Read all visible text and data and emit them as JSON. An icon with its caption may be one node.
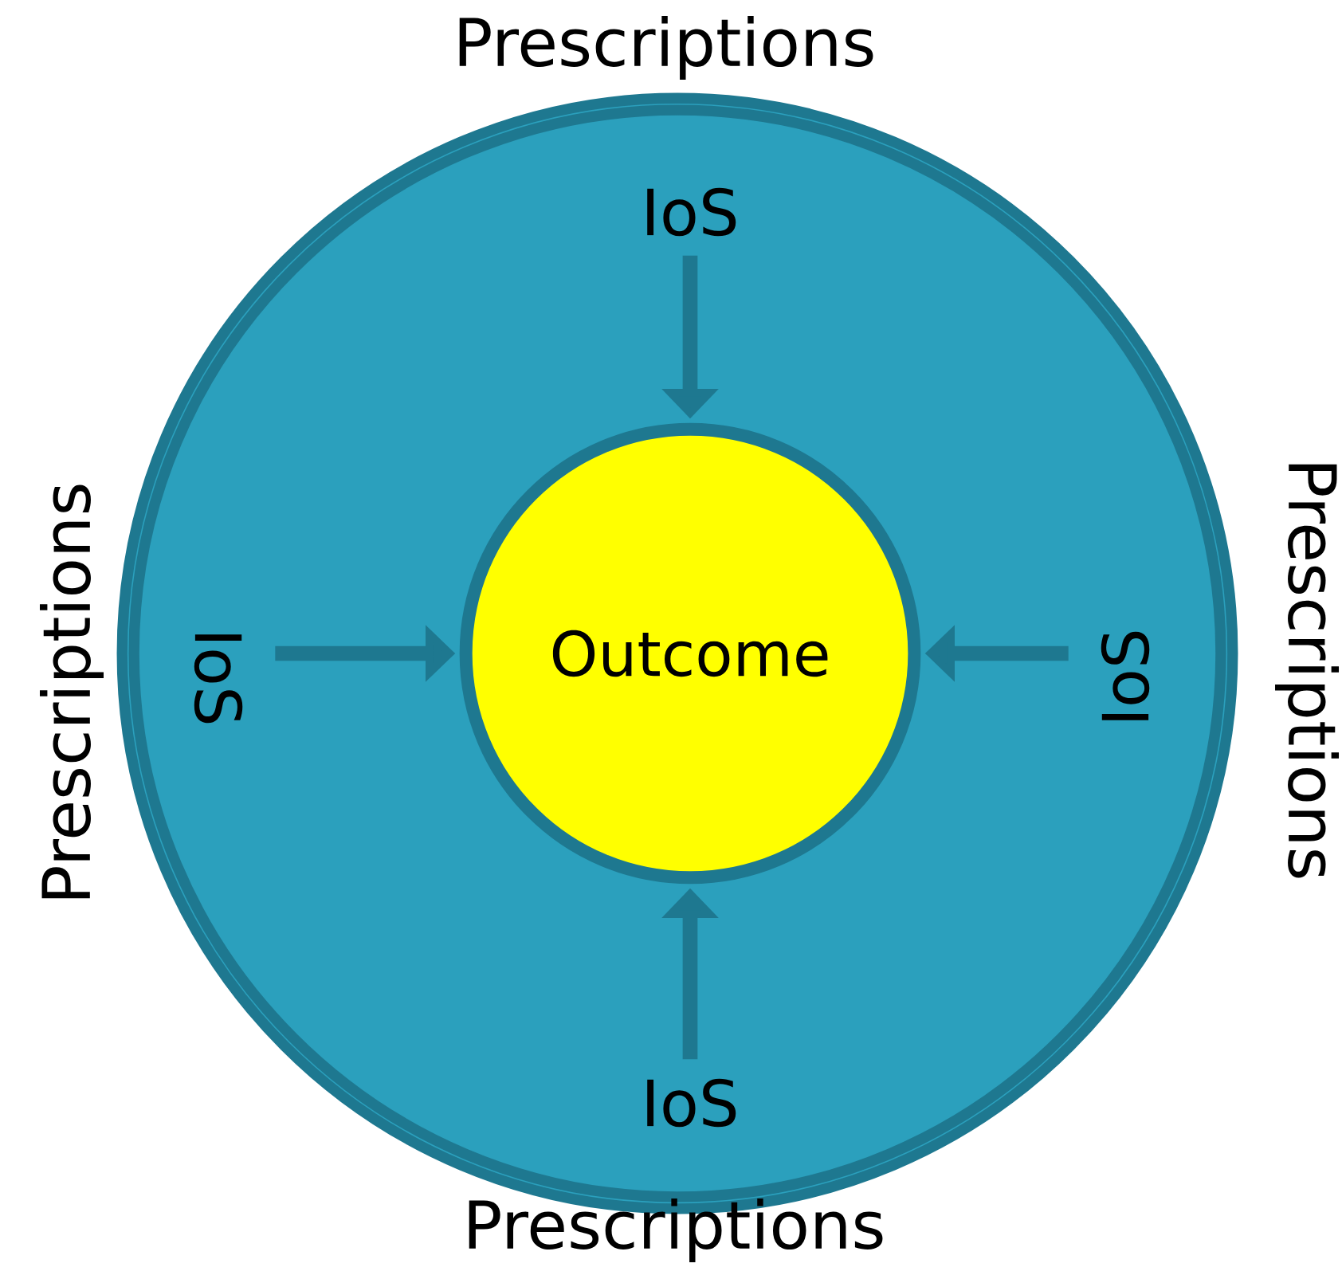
{
  "diagram": {
    "nodes": [
      {
        "text": [],
        "shape": "circle"
      },
      {
        "text": [
          "Outcome"
        ],
        "in": 0
      },
      {
        "text": [
          "IoS"
        ],
        "in": 0
      },
      {
        "text": [
          "IoS"
        ],
        "in": 0
      },
      {
        "text": [
          "IoS"
        ],
        "in": 0
      },
      {
        "text": [
          "IoS"
        ],
        "in": 0
      }
    ],
    "edges": [
      {
        "from": 2,
        "to": 1,
        "arrow": "to"
      },
      {
        "from": 3,
        "to": 1,
        "arrow": "to"
      },
      {
        "from": 4,
        "to": 1,
        "arrow": "to"
      },
      {
        "from": 5,
        "to": 1,
        "arrow": "to"
      }
    ],
    "labels": [
      "Prescriptions",
      "Prescriptions",
      "Prescriptions",
      "Prescriptions"
    ]
  }
}
